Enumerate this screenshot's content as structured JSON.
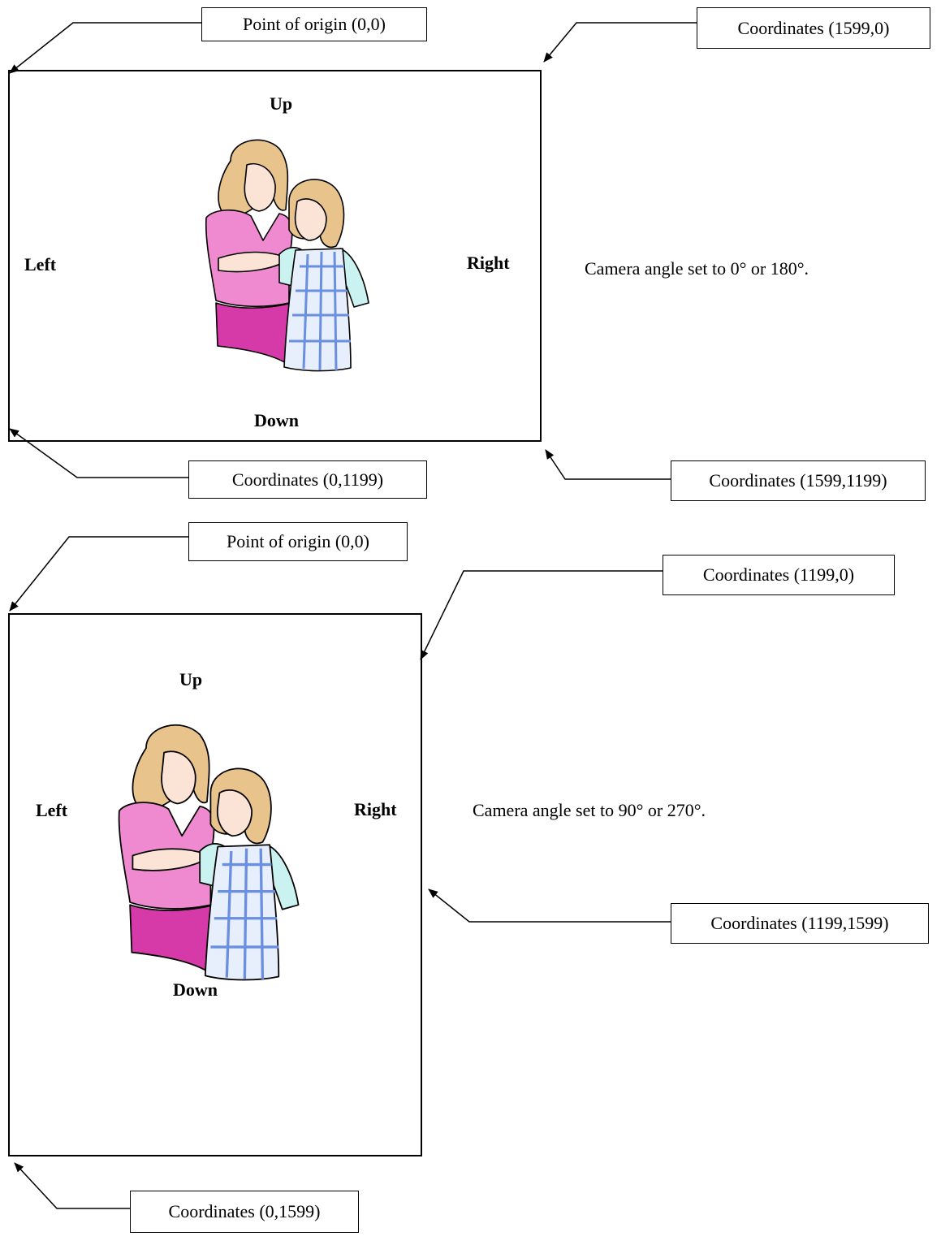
{
  "diagram_top": {
    "callouts": {
      "origin": "Point of origin (0,0)",
      "top_right": "Coordinates (1599,0)",
      "bottom_left": "Coordinates (0,1199)",
      "bottom_right": "Coordinates (1599,1199)"
    },
    "directions": {
      "up": "Up",
      "down": "Down",
      "left": "Left",
      "right": "Right"
    },
    "note": "Camera angle set to 0° or 180°."
  },
  "diagram_bottom": {
    "callouts": {
      "origin": "Point of origin (0,0)",
      "top_right": "Coordinates (1199,0)",
      "bottom_left": "Coordinates (0,1599)",
      "bottom_right": "Coordinates (1199,1599)"
    },
    "directions": {
      "up": "Up",
      "down": "Down",
      "left": "Left",
      "right": "Right"
    },
    "note": "Camera angle set to 90° or 270°."
  },
  "colors": {
    "shirt_pink": "#f08ad0",
    "skirt_magenta": "#d63aa8",
    "hair_blonde": "#e8c48c",
    "skin": "#fbe3d6",
    "apron_blue": "#6a8fe0",
    "sleeve_light": "#c9f2f0"
  },
  "icons": {
    "illustration": "mother-and-daughter-clipart"
  }
}
